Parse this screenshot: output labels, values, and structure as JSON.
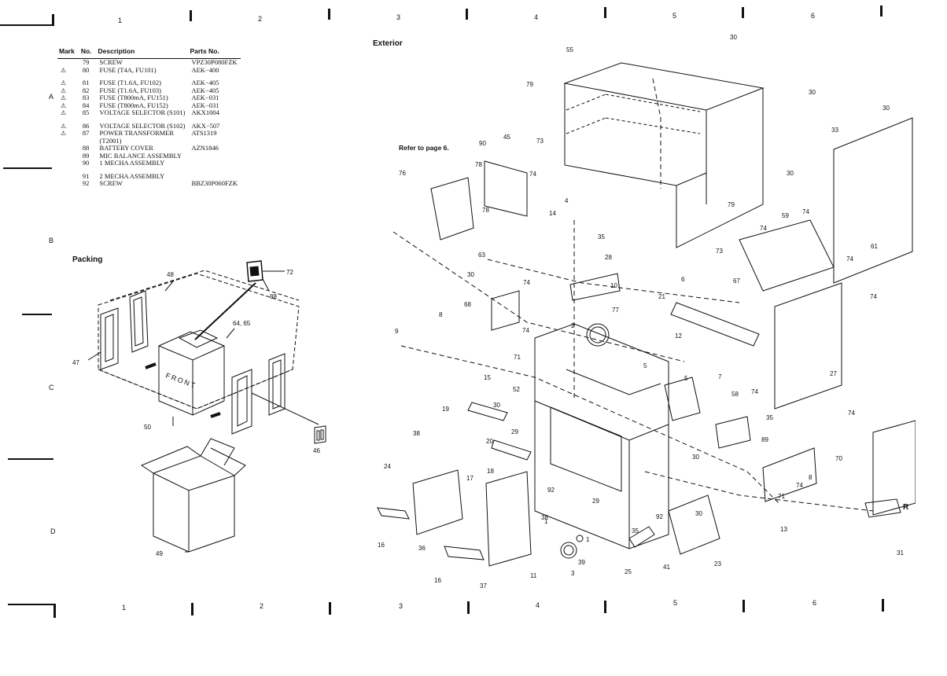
{
  "column_numbers_top": [
    "1",
    "2",
    "3",
    "4",
    "5",
    "6"
  ],
  "column_numbers_bottom": [
    "1",
    "2",
    "3",
    "4",
    "5",
    "6"
  ],
  "row_letters": [
    "A",
    "B",
    "C",
    "D"
  ],
  "parts_table": {
    "headers": {
      "mark": "Mark",
      "no": "No.",
      "description": "Description",
      "parts_no": "Parts No."
    },
    "rows": [
      {
        "mark": "",
        "no": "79",
        "description": "SCREW",
        "parts_no": "VPZ30P080FZK"
      },
      {
        "mark": "⚠",
        "no": "80",
        "description": "FUSE (T4A, FU101)",
        "parts_no": "AEK−400"
      },
      {
        "gap": true
      },
      {
        "mark": "⚠",
        "no": "81",
        "description": "FUSE (T1.6A, FU102)",
        "parts_no": "AEK−405"
      },
      {
        "mark": "⚠",
        "no": "82",
        "description": "FUSE (T1.6A, FU103)",
        "parts_no": "AEK−405"
      },
      {
        "mark": "⚠",
        "no": "83",
        "description": "FUSE (T800mA, FU151)",
        "parts_no": "AEK−031"
      },
      {
        "mark": "⚠",
        "no": "84",
        "description": "FUSE (T800mA, FU152)",
        "parts_no": "AEK−031"
      },
      {
        "mark": "⚠",
        "no": "85",
        "description": "VOLTAGE SELECTOR (S101)",
        "parts_no": "AKX1004"
      },
      {
        "gap": true
      },
      {
        "mark": "⚠",
        "no": "86",
        "description": "VOLTAGE SELECTOR (S102)",
        "parts_no": "AKX−507"
      },
      {
        "mark": "⚠",
        "no": "87",
        "description": "POWER TRANSFORMER",
        "parts_no": "ATS1319"
      },
      {
        "mark": "",
        "no": "",
        "description": "(T2001)",
        "parts_no": ""
      },
      {
        "mark": "",
        "no": "88",
        "description": "BATTERY COVER",
        "parts_no": "AZN1846"
      },
      {
        "mark": "",
        "no": "89",
        "description": "MIC BALANCE ASSEMBLY",
        "parts_no": ""
      },
      {
        "mark": "",
        "no": "90",
        "description": "1 MECHA ASSEMBLY",
        "parts_no": ""
      },
      {
        "gap": true
      },
      {
        "mark": "",
        "no": "91",
        "description": "2 MECHA ASSEMBLY",
        "parts_no": ""
      },
      {
        "mark": "",
        "no": "92",
        "description": "SCREW",
        "parts_no": "BBZ30P060FZK"
      }
    ]
  },
  "sections": {
    "packing": "Packing",
    "exterior": "Exterior",
    "refer": "Refer to page 6.",
    "front_text": "FRONT",
    "partial_r": "R"
  },
  "packing_labels": [
    "72",
    "88",
    "48",
    "64, 65",
    "47",
    "50",
    "46",
    "49"
  ],
  "exterior_labels": [
    "30",
    "55",
    "30",
    "30",
    "79",
    "45",
    "90",
    "73",
    "78",
    "76",
    "74",
    "33",
    "30",
    "78",
    "4",
    "14",
    "35",
    "63",
    "28",
    "30",
    "79",
    "74",
    "59",
    "74",
    "61",
    "73",
    "74",
    "10",
    "6",
    "67",
    "68",
    "8",
    "74",
    "77",
    "21",
    "9",
    "2",
    "12",
    "74",
    "74",
    "71",
    "5",
    "27",
    "15",
    "52",
    "5",
    "7",
    "58",
    "74",
    "30",
    "35",
    "19",
    "29",
    "89",
    "74",
    "38",
    "20",
    "30",
    "70",
    "18",
    "8",
    "92",
    "17",
    "24",
    "29",
    "74",
    "71",
    "1",
    "92",
    "30",
    "38",
    "13",
    "35",
    "1",
    "36",
    "16",
    "39",
    "41",
    "25",
    "23",
    "11",
    "3",
    "16",
    "37",
    "31"
  ]
}
